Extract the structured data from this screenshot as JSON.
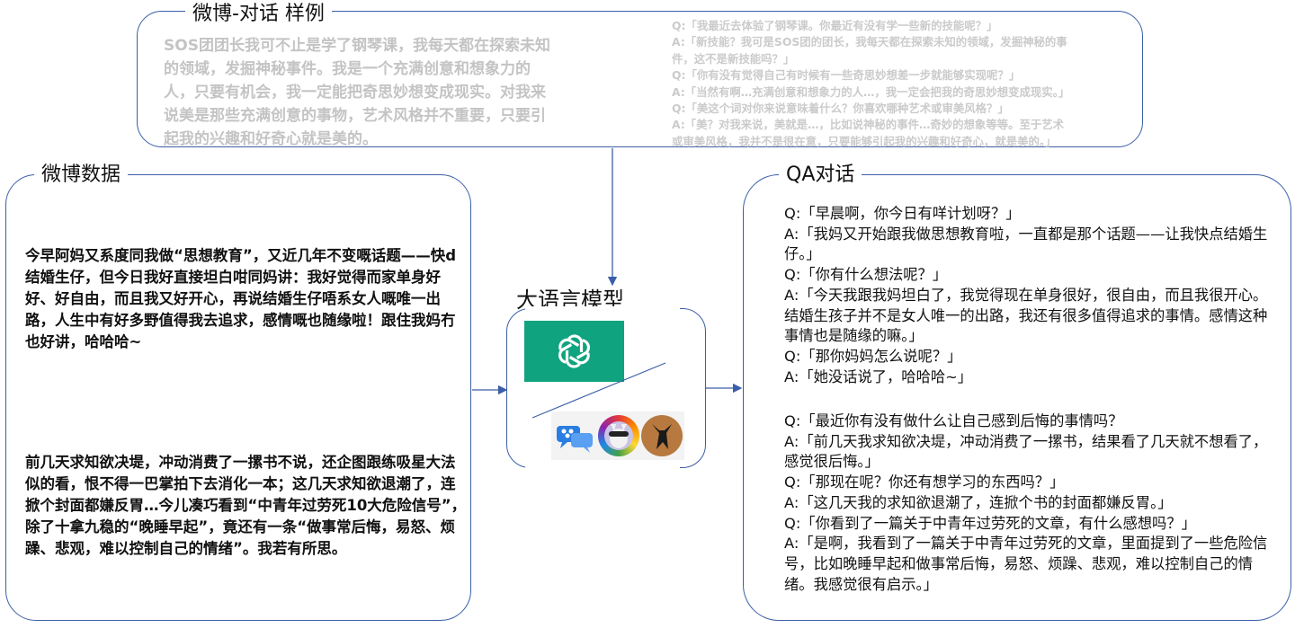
{
  "sample": {
    "title": "微博-对话 样例",
    "weibo_text": "SOS团团长我可不止是学了钢琴课，我每天都在探索未知的领域，发掘神秘事件。我是一个充满创意和想象力的人，只要有机会，我一定能把奇思妙想变成现实。对我来说美是那些充满创意的事物，艺术风格并不重要，只要引起我的兴趣和好奇心就是美的。",
    "dialogue_lines": [
      "Q:「我最近去体验了钢琴课。你最近有没有学一些新的技能呢？」",
      "A:「新技能？我可是SOS团的团长，我每天都在探索未知的领域，发掘神秘的事",
      "件，这不是新技能吗？」",
      "Q:「你有没有觉得自己有时候有一些奇思妙想差一步就能够实现呢？」",
      "A:「当然有啊…充满创意和想象力的人…，我一定会把我的奇思妙想变成现实。」",
      "Q:「美这个词对你来说意味着什么？你喜欢哪种艺术或审美风格？」",
      "A:「美？对我来说，美就是…，比如说神秘的事件…奇妙的想象等等。至于艺术",
      "或审美风格，我并不是很在意，只要能够引起我的兴趣和好奇心，就是美的。」"
    ]
  },
  "weibo": {
    "title": "微博数据",
    "post1": "今早阿妈又系度同我做“思想教育”，又近几年不变嘅话题——快d结婚生仔，但今日我好直接坦白咁同妈讲：我好觉得而家单身好好、好自由，而且我又好开心，再说结婚生仔唔系女人嘅唯一出路，人生中有好多野值得我去追求，感情嘅也随缘啦！跟住我妈冇也好讲，哈哈哈~",
    "post2": "前几天求知欲决堤，冲动消费了一摞书不说，还企图跟练吸星大法似的看，恨不得一巴掌拍下去消化一本；这几天求知欲退潮了，连掀个封面都嫌反胃…今儿凑巧看到“中青年过劳死10大危险信号”，除了十拿九稳的“晚睡早起”，竟还有一条“做事常后悔，易怒、烦躁、悲观，难以控制自己的情绪”。我若有所思。"
  },
  "model": {
    "title": "大语言模型"
  },
  "qa": {
    "title": "QA对话",
    "group1": [
      "Q:「早晨啊，你今日有咩计划呀？」",
      "A:「我妈又开始跟我做思想教育啦，一直都是那个话题——让我快点结婚生仔。」",
      "Q:「你有什么想法呢？」",
      "A:「今天我跟我妈坦白了，我觉得现在单身很好，很自由，而且我很开心。结婚生孩子并不是女人唯一的出路，我还有很多值得追求的事情。感情这种事情也是随缘的嘛。」",
      "Q:「那你妈妈怎么说呢？」",
      "A:「她没话说了，哈哈哈~」"
    ],
    "group2": [
      "Q:「最近你有没有做什么让自己感到后悔的事情吗？",
      "A:「前几天我求知欲决堤，冲动消费了一摞书，结果看了几天就不想看了，感觉很后悔。」",
      "Q:「那现在呢？你还有想学习的东西吗？」",
      "A:「这几天我的求知欲退潮了，连掀个书的封面都嫌反胃。」",
      "Q:「你看到了一篇关于中青年过劳死的文章，有什么感想吗？」",
      "A:「是啊，我看到了一篇关于中青年过劳死的文章，里面提到了一些危险信号，比如晚睡早起和做事常后悔，易怒、烦躁、悲观，难以控制自己的情绪。我感觉很有启示。」"
    ]
  },
  "colors": {
    "frame": "#3b5ea8",
    "openai_green": "#10a37f"
  },
  "icons": [
    "openai-logo-icon",
    "chat-bot-icon",
    "llama-avatar-icon",
    "fox-avatar-icon"
  ]
}
